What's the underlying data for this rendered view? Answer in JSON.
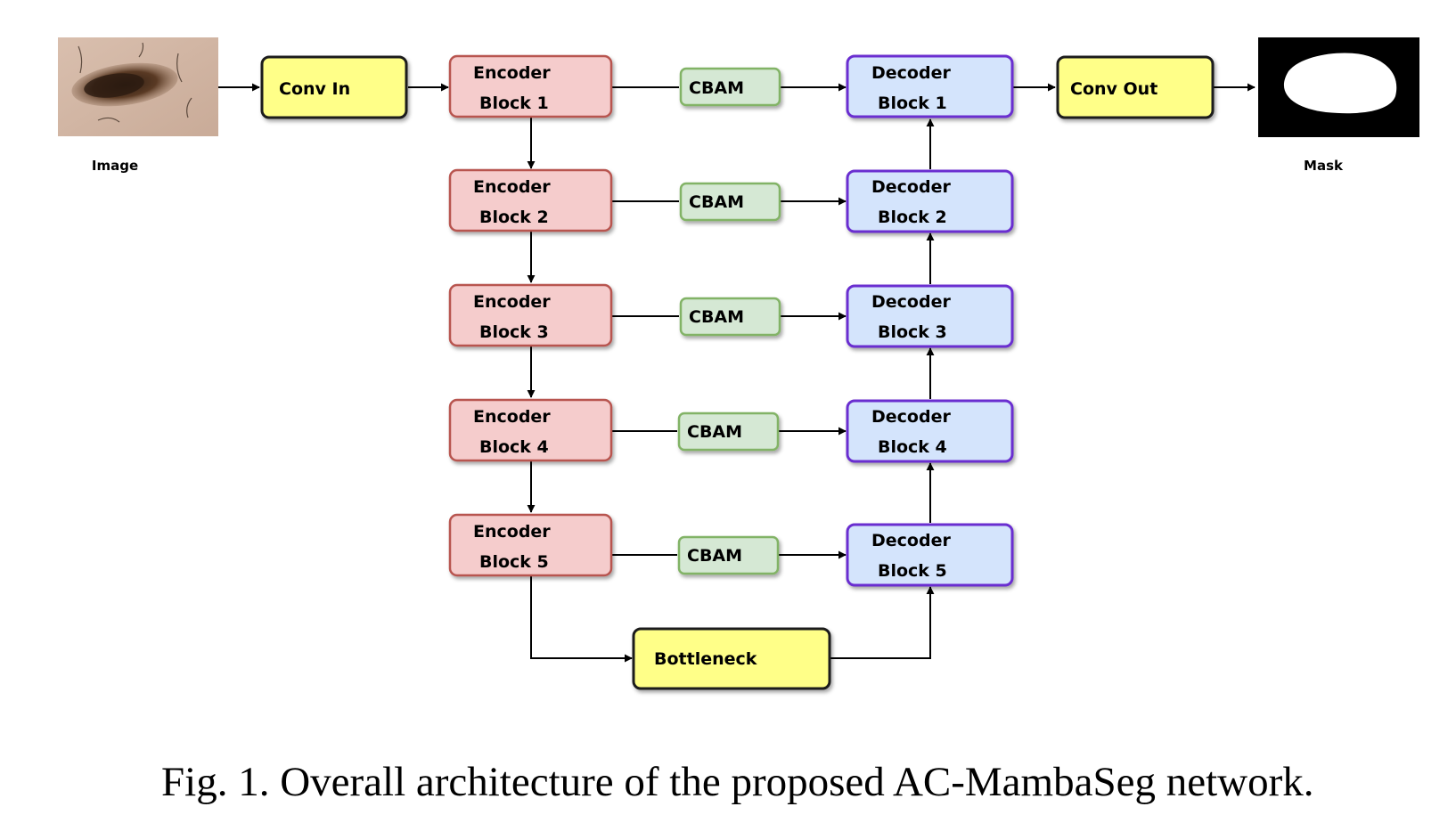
{
  "labels": {
    "image": "Image",
    "mask": "Mask",
    "conv_in": "Conv In",
    "conv_out": "Conv Out",
    "bottleneck": "Bottleneck",
    "cbam": "CBAM",
    "encoder_word": "Encoder",
    "decoder_word": "Decoder",
    "block_1": "Block 1",
    "block_2": "Block 2",
    "block_3": "Block 3",
    "block_4": "Block 4",
    "block_5": "Block 5"
  },
  "caption": "Fig. 1. Overall architecture of the proposed AC-MambaSeg network.",
  "colors": {
    "yellow_fill": "#ffff88",
    "yellow_stroke": "#1a1a1a",
    "encoder_fill": "#f5cccc",
    "encoder_stroke": "#b85450",
    "decoder_fill": "#d4e4fc",
    "decoder_stroke": "#6a2fd0",
    "cbam_fill": "#d5e8d4",
    "cbam_stroke": "#82b366"
  }
}
